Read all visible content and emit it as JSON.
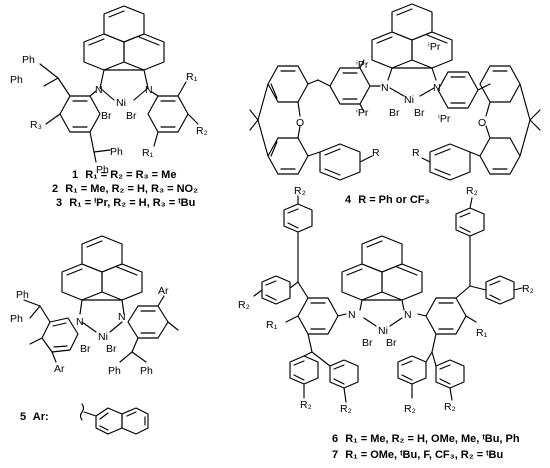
{
  "compounds": {
    "c1": {
      "number": "1",
      "text": "R₁ = R₂ = R₃ = Me"
    },
    "c2": {
      "number": "2",
      "text": "R₁ = Me, R₂ = H, R₃ = NO₂"
    },
    "c3": {
      "number": "3",
      "text": "R₁ = ⁱPr, R₂ = H, R₃ = ᵗBu"
    },
    "c4": {
      "number": "4",
      "text": "R = Ph or CF₃"
    },
    "c5": {
      "number": "5",
      "text": "Ar:"
    },
    "c6": {
      "number": "6",
      "text": "R₁ = Me, R₂ = H, OMe, Me, ᵗBu, Ph"
    },
    "c7": {
      "number": "7",
      "text": "R₁ = OMe, ᵗBu, F, CF₃, R₂ = ᵗBu"
    }
  },
  "atoms": {
    "N": "N",
    "Ni": "Ni",
    "Br": "Br",
    "O": "O",
    "Ph": "Ph",
    "Me": "Me",
    "R": "R",
    "R1": "R₁",
    "R2": "R₂",
    "R3": "R₃",
    "iPr": "ⁱPr"
  }
}
